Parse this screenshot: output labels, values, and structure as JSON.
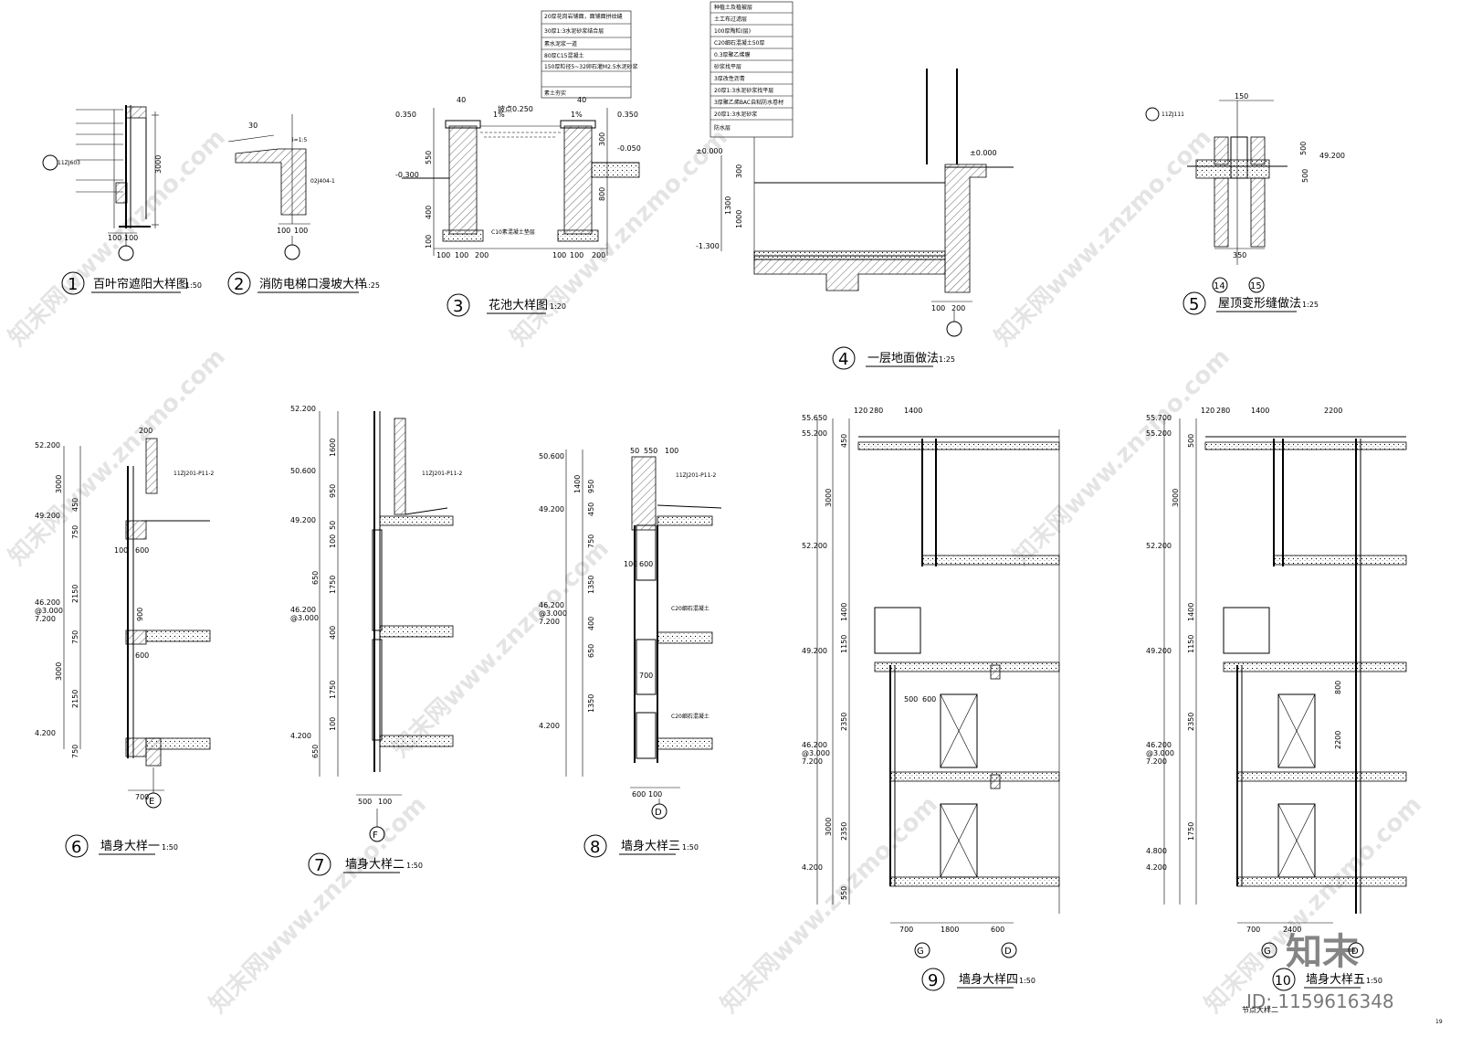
{
  "details": [
    {
      "num": "1",
      "title": "百叶帘遮阳大样图",
      "scale": "1:50",
      "grid": ""
    },
    {
      "num": "2",
      "title": "消防电梯口漫坡大样",
      "scale": "1:25",
      "grid": ""
    },
    {
      "num": "3",
      "title": "花池大样图",
      "scale": "1:20",
      "grid": ""
    },
    {
      "num": "4",
      "title": "一层地面做法",
      "scale": "1:25",
      "grid": ""
    },
    {
      "num": "5",
      "title": "屋顶变形缝做法",
      "scale": "1:25",
      "grid": ""
    },
    {
      "num": "6",
      "title": "墙身大样一",
      "scale": "1:50",
      "grid": "E"
    },
    {
      "num": "7",
      "title": "墙身大样二",
      "scale": "1:50",
      "grid": "F"
    },
    {
      "num": "8",
      "title": "墙身大样三",
      "scale": "1:50",
      "grid": "D"
    },
    {
      "num": "9",
      "title": "墙身大样四",
      "scale": "1:50",
      "grid": ""
    },
    {
      "num": "10",
      "title": "墙身大样五",
      "scale": "1:50",
      "grid": ""
    }
  ],
  "d1": {
    "dims": [
      "3000",
      "100",
      "100"
    ],
    "ref": "11ZJ603"
  },
  "d2": {
    "dims": [
      "30",
      "100",
      "100"
    ],
    "ref": "02J404-1",
    "slope": "i=1:5"
  },
  "d3": {
    "dims": [
      "40",
      "1%",
      "1%",
      "40",
      "550",
      "400",
      "100",
      "100",
      "200",
      "100",
      "100",
      "200",
      "100",
      "300",
      "800"
    ],
    "levels": [
      "0.350",
      "-0.300",
      "0.350",
      "-0.050"
    ],
    "top": "坡点0.250",
    "base": "C10素混凝土垫层"
  },
  "d4": {
    "levels": [
      "±0.000",
      "-1.300",
      "±0.000"
    ],
    "dims": [
      "300",
      "1000",
      "1300",
      "100",
      "200"
    ],
    "layers": [
      "20厚花岗岩铺面，面铺面拼纹缝",
      "30厚1:3水泥砂浆结合层",
      "素水泥浆一道",
      "80厚C15混凝土",
      "150厚粒径5~32卵石灌M2.5水泥砂浆",
      "素土夯实"
    ],
    "layers2": [
      "种植土及植被层",
      "土工布过滤层",
      "100厚陶粒(层)",
      "C20细石混凝土50厚",
      "0.3厚聚乙烯膜",
      "砂浆找平层",
      "3厚改性沥青",
      "20厚1:3水泥砂浆找平层",
      "3厚聚乙烯BAC自粘防水卷材",
      "20厚1:3水泥砂浆",
      "防水层"
    ]
  },
  "d5": {
    "dims": [
      "150",
      "500",
      "500",
      "350"
    ],
    "level": "49.200",
    "ref": "11ZJ111",
    "grids": [
      "14",
      "15"
    ]
  },
  "d6": {
    "levels": [
      "52.200",
      "49.200",
      "46.200",
      "@3.000",
      "7.200",
      "4.200"
    ],
    "dims": [
      "200",
      "3000",
      "450",
      "750",
      "2150",
      "750",
      "3000",
      "2150",
      "750",
      "600",
      "600",
      "700",
      "100",
      "900"
    ],
    "ref": "11ZJ201-P11-2"
  },
  "d7": {
    "levels": [
      "52.200",
      "50.600",
      "49.200",
      "46.200",
      "@3.000",
      "4.200"
    ],
    "dims": [
      "1600",
      "950",
      "50",
      "100",
      "1750",
      "400",
      "650",
      "1750",
      "100",
      "650",
      "500",
      "100"
    ],
    "ref": "11ZJ201-P11-2"
  },
  "d8": {
    "levels": [
      "50.600",
      "49.200",
      "46.200",
      "@3.000",
      "7.200",
      "4.200"
    ],
    "dims": [
      "50",
      "550",
      "100",
      "1400",
      "950",
      "450",
      "750",
      "1350",
      "400",
      "650",
      "100",
      "600",
      "700"
    ],
    "ref": "11ZJ201-P11-2",
    "conc": "C20细石混凝土"
  },
  "d9": {
    "levels": [
      "55.650",
      "55.200",
      "52.200",
      "49.200",
      "46.200",
      "@3.000",
      "7.200",
      "4.200"
    ],
    "dims": [
      "120",
      "280",
      "1400",
      "450",
      "3000",
      "1400",
      "1150",
      "2350",
      "3000",
      "2350",
      "550",
      "700",
      "1800",
      "600",
      "500",
      "600"
    ],
    "grids": [
      "G",
      "D"
    ]
  },
  "d10": {
    "levels": [
      "55.700",
      "55.200",
      "52.200",
      "49.200",
      "46.200",
      "@3.000",
      "7.200",
      "4.800",
      "4.200"
    ],
    "dims": [
      "120",
      "280",
      "1400",
      "2200",
      "500",
      "3000",
      "1400",
      "1150",
      "2350",
      "800",
      "2200",
      "1750",
      "700",
      "2400"
    ],
    "grids": [
      "G",
      "D"
    ],
    "extra": "节点大样二"
  },
  "watermark": "知末网www.znzmo.com",
  "brand": "知末",
  "id_label": "ID: 1159616348",
  "page_no": "19"
}
